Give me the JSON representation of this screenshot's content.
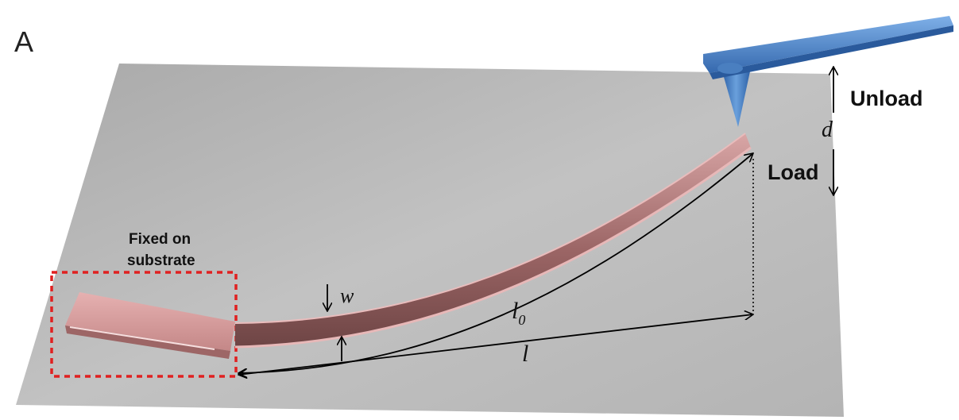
{
  "panel_label": "A",
  "labels": {
    "fixed_line1": "Fixed on",
    "fixed_line2": "substrate",
    "unload": "Unload",
    "load": "Load",
    "d": "d",
    "w": "w",
    "l0_base": "l",
    "l0_sub": "0",
    "l": "l"
  },
  "colors": {
    "background": "#ffffff",
    "substrate": "#b9b9b9",
    "beam": "#c98e8e",
    "beam_highlight": "#f0c9c9",
    "tip": "#4f86c6",
    "dashed_box": "#e02020",
    "arrow": "#000000"
  }
}
